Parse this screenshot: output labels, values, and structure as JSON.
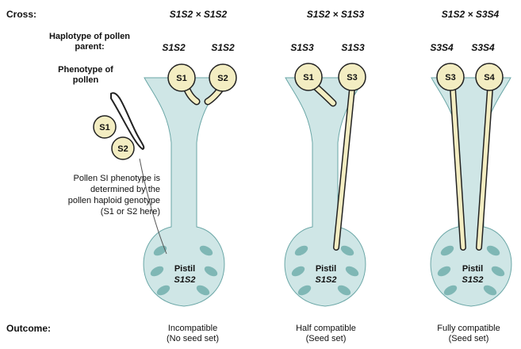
{
  "row_labels": {
    "cross": "Cross:",
    "haplotype": "Haplotype of pollen parent:",
    "phenotype": "Phenotype of pollen",
    "outcome": "Outcome:"
  },
  "note": {
    "line1": "Pollen SI phenotype is",
    "line2": "determined by the",
    "line3": "pollen haploid genotype",
    "line4": "(S1 or S2 here)"
  },
  "side_grains": [
    "S1",
    "S2"
  ],
  "crosses": [
    {
      "cross": "S1S2 × S1S2",
      "haplotypes": [
        "S1S2",
        "S1S2"
      ],
      "grains": [
        "S1",
        "S2"
      ],
      "pistil_label": "Pistil",
      "pistil_genotype": "S1S2",
      "outcome_line1": "Incompatible",
      "outcome_line2": "(No seed set)"
    },
    {
      "cross": "S1S2 × S1S3",
      "haplotypes": [
        "S1S3",
        "S1S3"
      ],
      "grains": [
        "S1",
        "S3"
      ],
      "pistil_label": "Pistil",
      "pistil_genotype": "S1S2",
      "outcome_line1": "Half compatible",
      "outcome_line2": "(Seed set)"
    },
    {
      "cross": "S1S2 × S3S4",
      "haplotypes": [
        "S3S4",
        "S3S4"
      ],
      "grains": [
        "S3",
        "S4"
      ],
      "pistil_label": "Pistil",
      "pistil_genotype": "S1S2",
      "outcome_line1": "Fully compatible",
      "outcome_line2": "(Seed set)"
    }
  ],
  "colors": {
    "pistil_fill": "#cfe6e6",
    "pistil_stroke": "#6aa6a6",
    "ovule_fill": "#7fb7b5",
    "pollen_fill": "#f3edc2",
    "pollen_stroke": "#222222"
  }
}
